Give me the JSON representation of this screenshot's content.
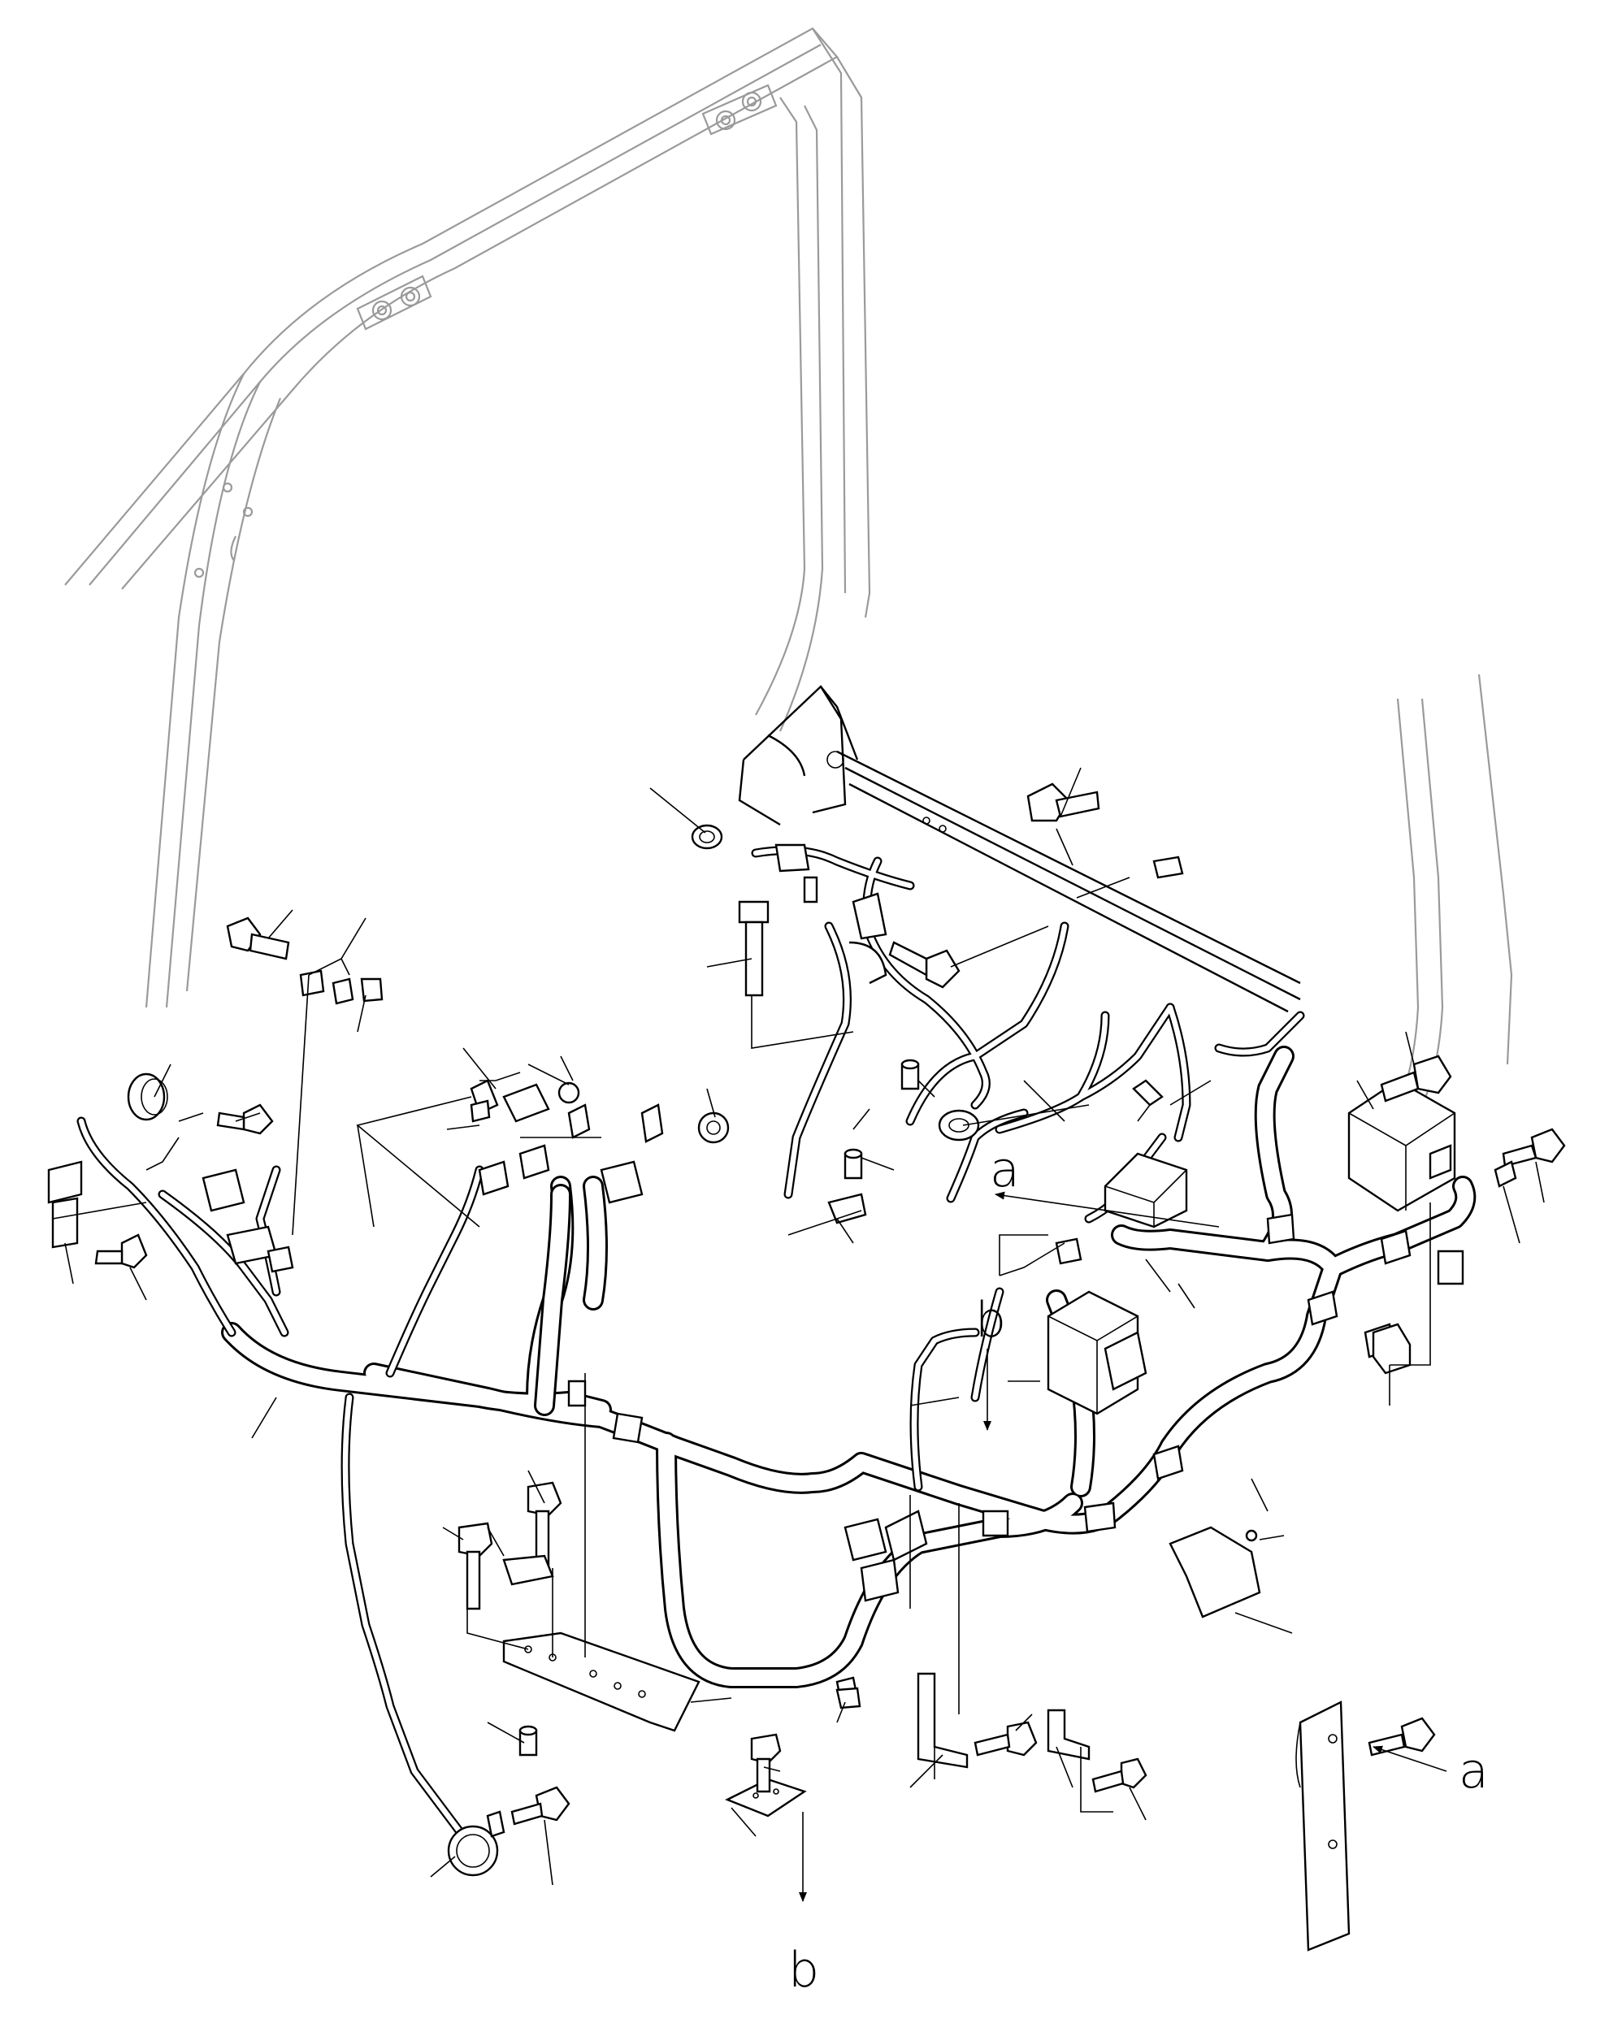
{
  "diagram": {
    "view_labels": [
      {
        "id": "a",
        "text": "a"
      },
      {
        "id": "b",
        "text": "b"
      }
    ],
    "arrow_markers": [
      {
        "id": "a-upper",
        "label": "a"
      },
      {
        "id": "a-lower",
        "label": "a"
      },
      {
        "id": "b-upper",
        "label": "b"
      },
      {
        "id": "b-lower",
        "label": "b"
      }
    ],
    "colors": {
      "line": "#000000",
      "frame": "#9a9a9a",
      "background": "#ffffff"
    }
  }
}
